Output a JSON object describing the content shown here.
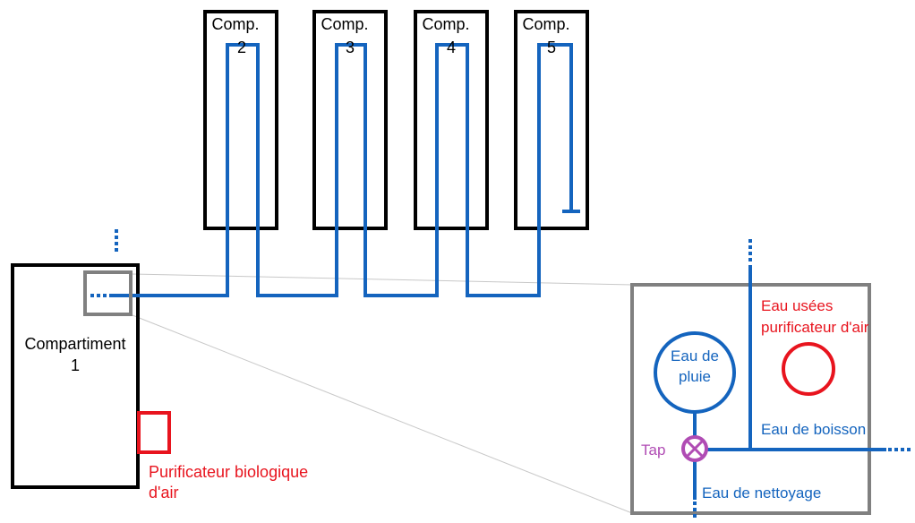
{
  "colors": {
    "pipe": "#1464be",
    "wall": "#000000",
    "detail_frame": "#808080",
    "air_purifier": "#e8141e",
    "tap": "#b04cb4"
  },
  "compartments": [
    {
      "title": "Comp.",
      "number": "2"
    },
    {
      "title": "Comp.",
      "number": "3"
    },
    {
      "title": "Comp.",
      "number": "4"
    },
    {
      "title": "Comp.",
      "number": "5"
    }
  ],
  "main_compartment": {
    "line1": "Compartiment",
    "line2": "1"
  },
  "bio_purifier": {
    "line1": "Purificateur biologique",
    "line2": "d'air"
  },
  "detail": {
    "rain_water": {
      "line1": "Eau de",
      "line2": "pluie"
    },
    "waste_water": {
      "line1": "Eau usées",
      "line2": "purificateur d'air"
    },
    "drinking_water": "Eau de boisson",
    "cleaning_water": "Eau de nettoyage",
    "tap": "Tap"
  }
}
